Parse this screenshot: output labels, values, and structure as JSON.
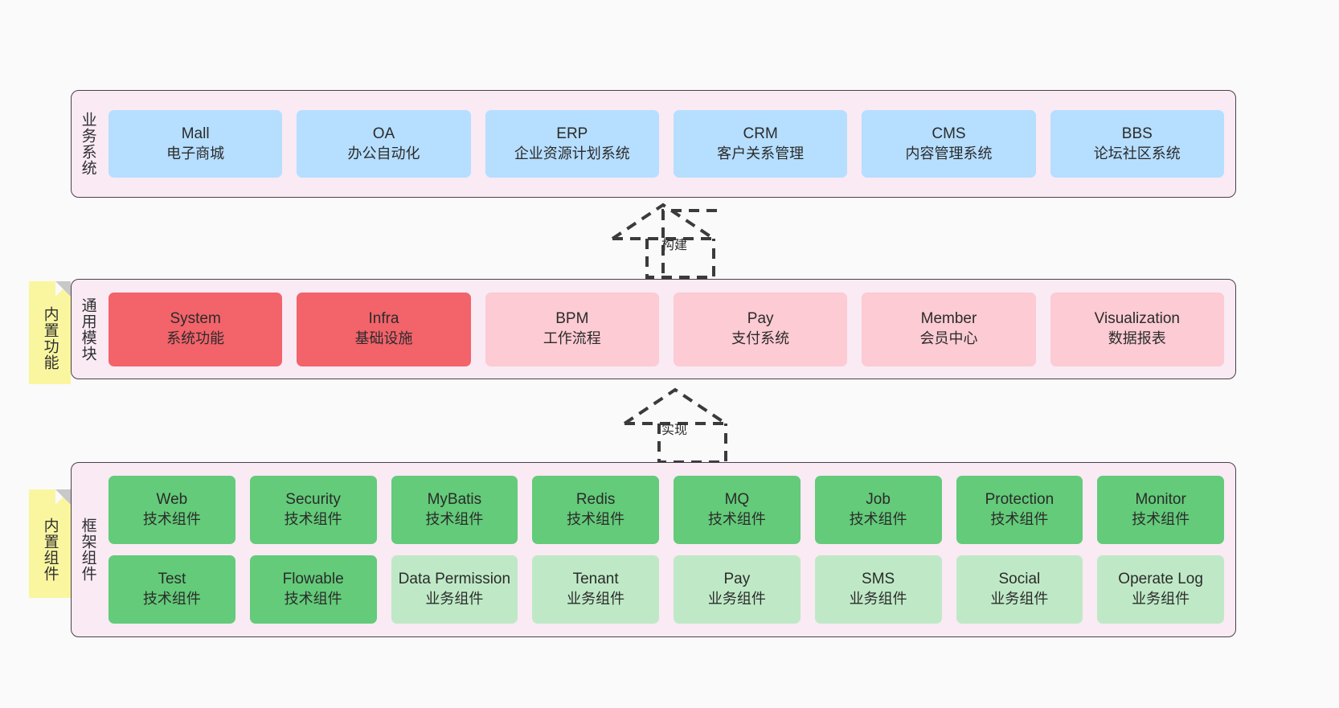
{
  "diagram": {
    "background_color": "#fafafa",
    "panel_color": "#f9eaf4",
    "panel_border_color": "#4a4149"
  },
  "layers": [
    {
      "id": "business-system",
      "title": "业务系统",
      "card_color": "#b6deff",
      "rows": [
        [
          {
            "name": "Mall",
            "desc": "电子商城",
            "color": "#b6deff"
          },
          {
            "name": "OA",
            "desc": "办公自动化",
            "color": "#b6deff"
          },
          {
            "name": "ERP",
            "desc": "企业资源计划系统",
            "color": "#b6deff"
          },
          {
            "name": "CRM",
            "desc": "客户关系管理",
            "color": "#b6deff"
          },
          {
            "name": "CMS",
            "desc": "内容管理系统",
            "color": "#b6deff"
          },
          {
            "name": "BBS",
            "desc": "论坛社区系统",
            "color": "#b6deff"
          }
        ]
      ]
    },
    {
      "id": "common-modules",
      "title": "通用模块",
      "rows": [
        [
          {
            "name": "System",
            "desc": "系统功能",
            "color": "#f2636a"
          },
          {
            "name": "Infra",
            "desc": "基础设施",
            "color": "#f2636a"
          },
          {
            "name": "BPM",
            "desc": "工作流程",
            "color": "#fccbd3"
          },
          {
            "name": "Pay",
            "desc": "支付系统",
            "color": "#fccbd3"
          },
          {
            "name": "Member",
            "desc": "会员中心",
            "color": "#fccbd3"
          },
          {
            "name": "Visualization",
            "desc": "数据报表",
            "color": "#fccbd3"
          }
        ]
      ]
    },
    {
      "id": "framework-components",
      "title": "框架组件",
      "rows": [
        [
          {
            "name": "Web",
            "desc": "技术组件",
            "color": "#63cb79"
          },
          {
            "name": "Security",
            "desc": "技术组件",
            "color": "#63cb79"
          },
          {
            "name": "MyBatis",
            "desc": "技术组件",
            "color": "#63cb79"
          },
          {
            "name": "Redis",
            "desc": "技术组件",
            "color": "#63cb79"
          },
          {
            "name": "MQ",
            "desc": "技术组件",
            "color": "#63cb79"
          },
          {
            "name": "Job",
            "desc": "技术组件",
            "color": "#63cb79"
          },
          {
            "name": "Protection",
            "desc": "技术组件",
            "color": "#63cb79"
          },
          {
            "name": "Monitor",
            "desc": "技术组件",
            "color": "#63cb79"
          }
        ],
        [
          {
            "name": "Test",
            "desc": "技术组件",
            "color": "#63cb79"
          },
          {
            "name": "Flowable",
            "desc": "技术组件",
            "color": "#63cb79"
          },
          {
            "name": "Data Permission",
            "desc": "业务组件",
            "color": "#bfe9c6"
          },
          {
            "name": "Tenant",
            "desc": "业务组件",
            "color": "#bfe9c6"
          },
          {
            "name": "Pay",
            "desc": "业务组件",
            "color": "#bfe9c6"
          },
          {
            "name": "SMS",
            "desc": "业务组件",
            "color": "#bfe9c6"
          },
          {
            "name": "Social",
            "desc": "业务组件",
            "color": "#bfe9c6"
          },
          {
            "name": "Operate Log",
            "desc": "业务组件",
            "color": "#bfe9c6"
          }
        ]
      ]
    }
  ],
  "sticky_notes": [
    {
      "id": "builtin-function",
      "text": "内置功能",
      "color": "#faf6a0"
    },
    {
      "id": "builtin-component",
      "text": "内置组件",
      "color": "#faf6a0"
    }
  ],
  "connectors": [
    {
      "id": "build",
      "label": "构建",
      "style": "dashed-generalization",
      "from": "common-modules",
      "to": "business-system"
    },
    {
      "id": "implement",
      "label": "实现",
      "style": "dashed-generalization",
      "from": "framework-components",
      "to": "common-modules"
    }
  ]
}
